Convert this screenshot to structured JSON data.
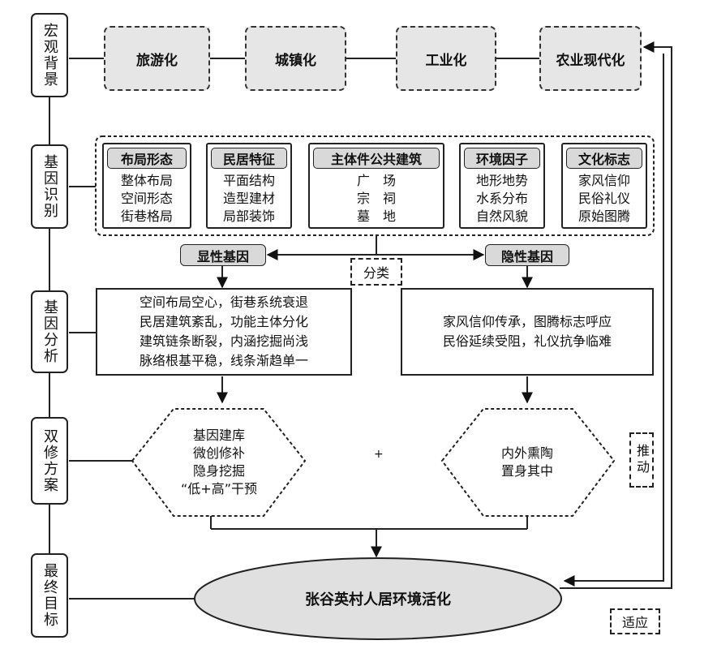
{
  "side_labels": [
    "宏观背景",
    "基因识别",
    "基因分析",
    "双修方案",
    "最终目标"
  ],
  "macro": [
    "旅游化",
    "城镇化",
    "工业化",
    "农业现代化"
  ],
  "gene_groups": [
    {
      "title": "布局形态",
      "items": [
        "整体布局",
        "空间形态",
        "街巷格局"
      ]
    },
    {
      "title": "民居特征",
      "items": [
        "平面结构",
        "造型建材",
        "局部装饰"
      ]
    },
    {
      "title": "主体件公共建筑",
      "items": [
        "广　场",
        "宗　祠",
        "墓　地"
      ]
    },
    {
      "title": "环境因子",
      "items": [
        "地形地势",
        "水系分布",
        "自然风貌"
      ]
    },
    {
      "title": "文化标志",
      "items": [
        "家风信仰",
        "民俗礼仪",
        "原始图腾"
      ]
    }
  ],
  "classify": {
    "label": "分类",
    "dominant": "显性基因",
    "recessive": "隐性基因"
  },
  "analysis": {
    "dominant": [
      "空间布局空心，街巷系统衰退",
      "民居建筑紊乱，功能主体分化",
      "建筑链条断裂，内涵挖掘尚浅",
      "脉络根基平稳，线条渐趋单一"
    ],
    "recessive": [
      "家风信仰传承，图腾标志呼应",
      "民俗延续受阻，礼仪抗争临难"
    ]
  },
  "plan": {
    "left": [
      "基因建库",
      "微创修补",
      "隐身挖掘",
      "“低+高”干预"
    ],
    "plus": "+",
    "right": [
      "内外熏陶",
      "置身其中"
    ]
  },
  "goal": "张谷英村人居环境活化",
  "feedback": {
    "push": "推动",
    "adapt": "适应"
  }
}
